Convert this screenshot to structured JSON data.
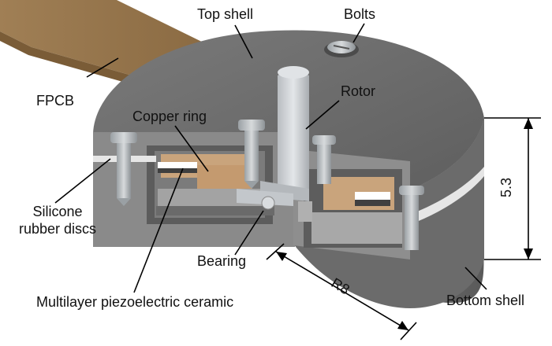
{
  "labels": {
    "top_shell": "Top shell",
    "bolts": "Bolts",
    "rotor": "Rotor",
    "fpcb": "FPCB",
    "copper_ring": "Copper ring",
    "silicone_line1": "Silicone",
    "silicone_line2": "rubber discs",
    "bearing": "Bearing",
    "piezo": "Multilayer piezoelectric ceramic",
    "bottom_shell": "Bottom shell"
  },
  "dimensions": {
    "height": "5.3",
    "radius": "R8"
  },
  "colors": {
    "shell": "#6f6f6f",
    "shell_dark": "#4a4a4a",
    "shell_light": "#9a9a9a",
    "fpcb": "#9b7a4e",
    "copper": "#c8a07a",
    "silicone": "#e8e8e8",
    "rotor": "#c9cdd1",
    "piezo": "#ffffff"
  }
}
